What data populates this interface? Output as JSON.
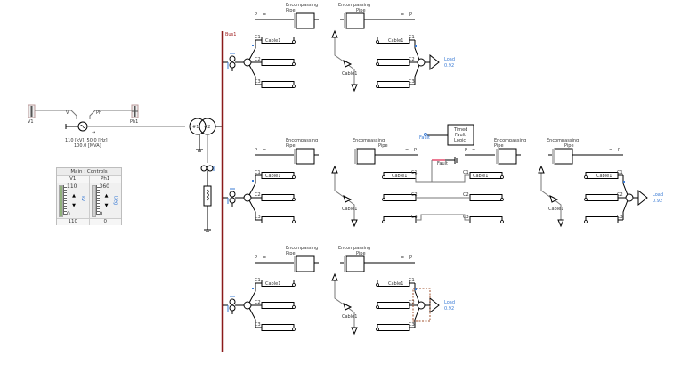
{
  "source": {
    "slider_v_label": "V1",
    "slider_ph_label": "Ph1",
    "input_v": "V",
    "input_ph": "Ph",
    "rating_line1": "110 [kV], 50.0 [Hz]",
    "rating_line2": "100.0 [MVA]"
  },
  "transformer": {
    "winding1": "#1",
    "winding2": "#2"
  },
  "bus": {
    "name": "Bus1",
    "color": "#8b1a1a"
  },
  "controls_panel": {
    "title": "Main : Controls",
    "minimize": "_",
    "sliders": [
      {
        "name": "V1",
        "max": "110",
        "min": "0",
        "value": "110",
        "unit": "kV",
        "fill_fraction": 1.0
      },
      {
        "name": "Ph1",
        "max": "360",
        "min": "0",
        "value": "0",
        "unit": "Deg",
        "fill_fraction": 0.0
      }
    ]
  },
  "labels": {
    "encompassing": "Encompassing",
    "pipe": "Pipe",
    "p": "P",
    "eq": "=",
    "cable": "Cable1",
    "c1": "C1",
    "c2": "C2",
    "c3": "C3",
    "load": "Load",
    "load_value": "0.92",
    "fault": "Fault",
    "timed1": "Timed",
    "timed2": "Fault",
    "timed3": "Logic"
  }
}
